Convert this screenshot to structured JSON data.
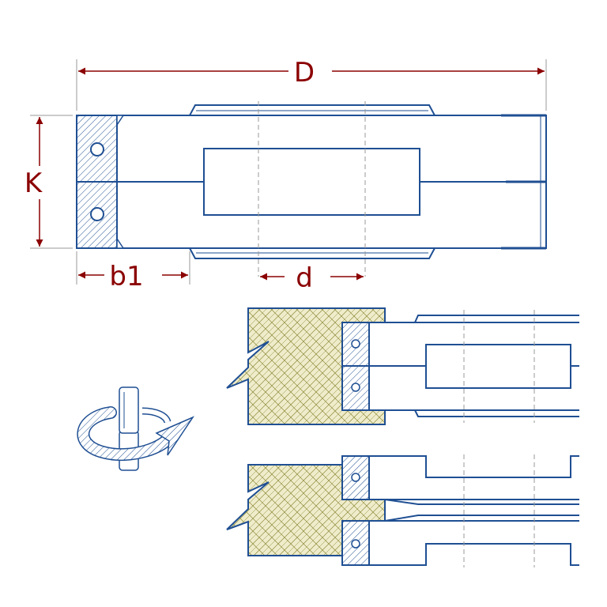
{
  "dimensions": {
    "outer_diameter": "D",
    "height": "K",
    "width": "b1",
    "bore": "d"
  },
  "colors": {
    "line": "#1f4f93",
    "dimension": "#8b0000",
    "hatch": "#1f4f93",
    "wood": "#efeccb",
    "wood_hatch": "#8d8a3a",
    "center_line": "#9a9a9a"
  },
  "icons": {
    "rotation": "rotation-direction-icon"
  }
}
